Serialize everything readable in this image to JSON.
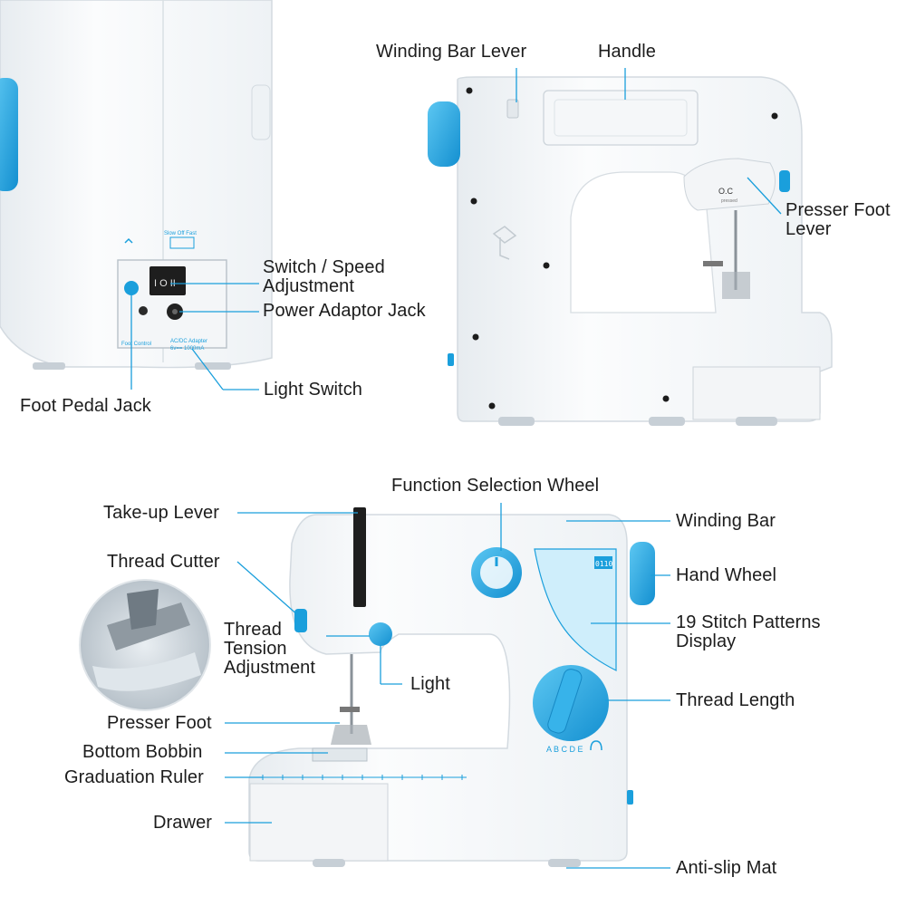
{
  "labels": {
    "winding_bar_lever": "Winding Bar Lever",
    "handle": "Handle",
    "presser_foot_lever": [
      "Presser Foot",
      "Lever"
    ],
    "switch_speed": [
      "Switch / Speed",
      "Adjustment"
    ],
    "power_adaptor_jack": "Power Adaptor Jack",
    "foot_pedal_jack": "Foot Pedal Jack",
    "light_switch": "Light Switch",
    "function_selection_wheel": "Function Selection Wheel",
    "take_up_lever": "Take-up Lever",
    "winding_bar": "Winding Bar",
    "thread_cutter": "Thread Cutter",
    "hand_wheel": "Hand Wheel",
    "thread_tension": [
      "Thread",
      "Tension",
      "Adjustment"
    ],
    "stitch_patterns": [
      "19 Stitch Patterns",
      "Display"
    ],
    "light": "Light",
    "thread_length": "Thread Length",
    "presser_foot": "Presser Foot",
    "bottom_bobbin": "Bottom Bobbin",
    "graduation_ruler": "Graduation Ruler",
    "drawer": "Drawer",
    "anti_slip_mat": "Anti-slip Mat"
  },
  "machine_text": {
    "slow_off_fast": "Slow Off Fast",
    "foot_control": "Foot Control",
    "adapter": "AC/DC Adapter",
    "adapter_spec": "6v== 1000mA",
    "lever_mark": "O.C",
    "lever_sub": "pressed",
    "length_letters": "A B C D E",
    "pattern_display_num": "0110"
  },
  "colors": {
    "accent": "#1a9fdc",
    "body": "#f6f8fa",
    "outline": "#d3dae0",
    "text": "#1c1c1c"
  }
}
